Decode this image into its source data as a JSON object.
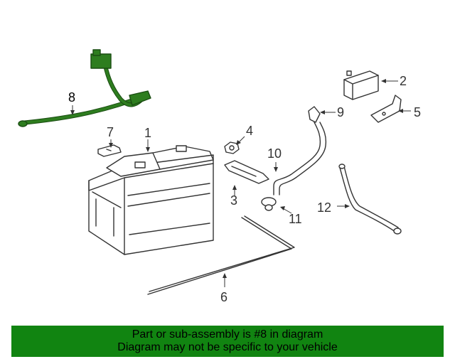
{
  "diagram": {
    "callouts": [
      "1",
      "2",
      "3",
      "4",
      "5",
      "6",
      "7",
      "8",
      "9",
      "10",
      "11",
      "12"
    ],
    "highlight_callout": "8",
    "colors": {
      "highlight_part": "#2e7d1f",
      "outline": "#333333",
      "banner": "#118411"
    }
  },
  "banner": {
    "line1": "Part or sub-assembly is #8 in diagram",
    "line2": "Diagram may not be specific to your vehicle"
  }
}
